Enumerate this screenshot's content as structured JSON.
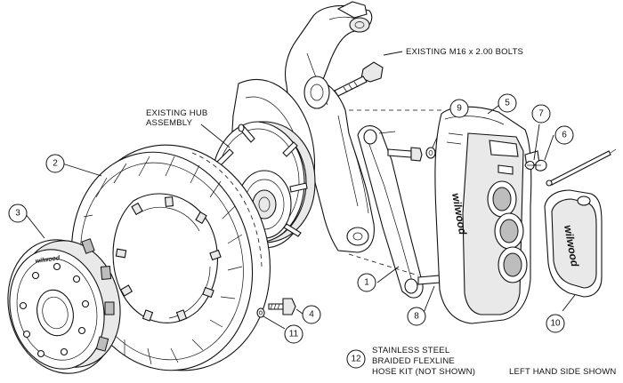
{
  "labels": {
    "existing_bolts": "EXISTING M16 x 2.00 BOLTS",
    "existing_hub_line1": "EXISTING HUB",
    "existing_hub_line2": "ASSEMBLY",
    "hose_kit_line1": "STAINLESS STEEL",
    "hose_kit_line2": "BRAIDED FLEXLINE",
    "hose_kit_line3": "HOSE KIT (NOT SHOWN)",
    "view_note": "LEFT HAND SIDE SHOWN"
  },
  "callouts": [
    "1",
    "2",
    "3",
    "4",
    "5",
    "6",
    "7",
    "8",
    "9",
    "10",
    "11",
    "12"
  ],
  "logo_text": "wilwood"
}
